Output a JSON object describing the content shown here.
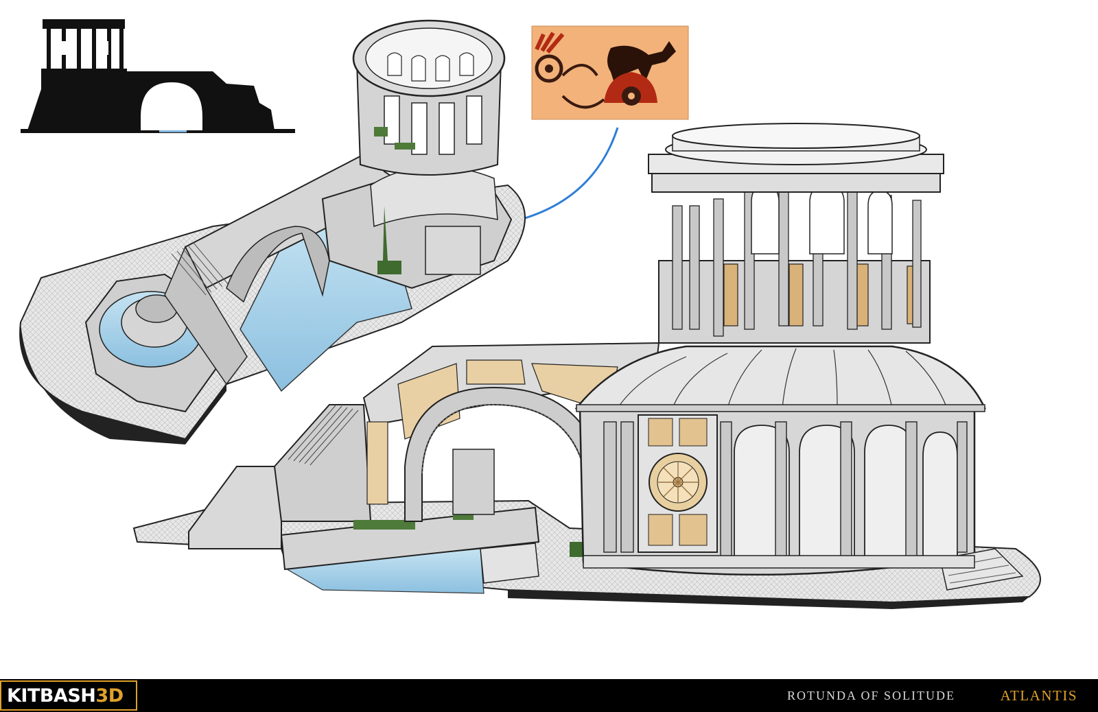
{
  "brand": {
    "name_part1": "KITBASH",
    "name_part2": "3D",
    "accent": "#e0a12b"
  },
  "footer": {
    "title": "ROTUNDA OF SOLITUDE",
    "series": "ATLANTIS"
  },
  "colors": {
    "water": "#a9d2ea",
    "stone": "#d8d8d8",
    "ornament": "#d9b27a",
    "connector": "#2f7fd8",
    "footer_bg": "#000000"
  },
  "icons": {
    "reference_panel": "greek-pottery-motif"
  }
}
